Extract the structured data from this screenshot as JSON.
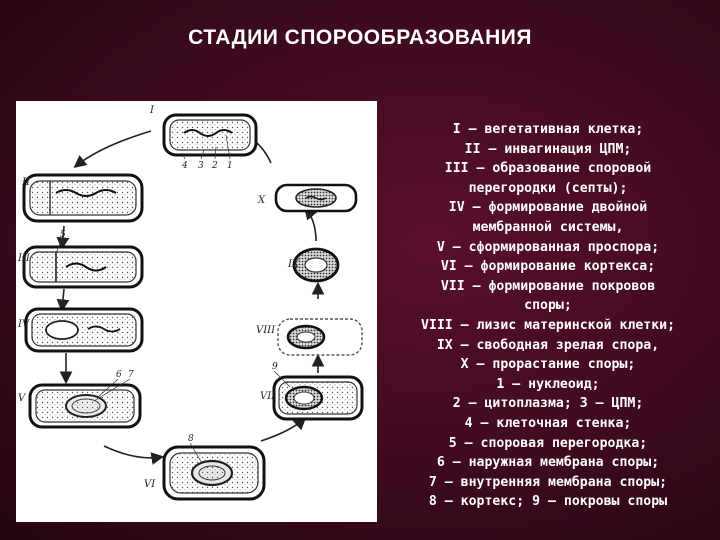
{
  "slide": {
    "title": "СТАДИИ СПОРООБРАЗОВАНИЯ"
  },
  "figure": {
    "stage_labels": [
      "I",
      "II",
      "III",
      "IV",
      "V",
      "VI",
      "VII",
      "VIII",
      "IX",
      "X"
    ],
    "part_labels": [
      "1",
      "2",
      "3",
      "4",
      "5",
      "6",
      "7",
      "8",
      "9"
    ]
  },
  "legend": {
    "lines": [
      "I — вегетативная клетка;",
      "II — инвагинация ЦПМ;",
      "III — образование споровой",
      "перегородки (септы);",
      "IV — формирование двойной",
      "мембранной системы,",
      "V — сформированная проспора;",
      "VI — формирование кортекса;",
      "VII — формирование покровов",
      "споры;",
      "VIII — лизис материнской клетки;",
      "IX — свободная зрелая спора,",
      "X — прорастание споры;",
      "1 — нуклеоид;",
      "2 — цитоплазма; 3 — ЦПМ;",
      "4 — клеточная стенка;",
      "5 — споровая перегородка;",
      "6 — наружная мембрана споры;",
      "7 — внутренняя мембрана споры;",
      "8 — кортекс; 9 — покровы споры"
    ]
  }
}
